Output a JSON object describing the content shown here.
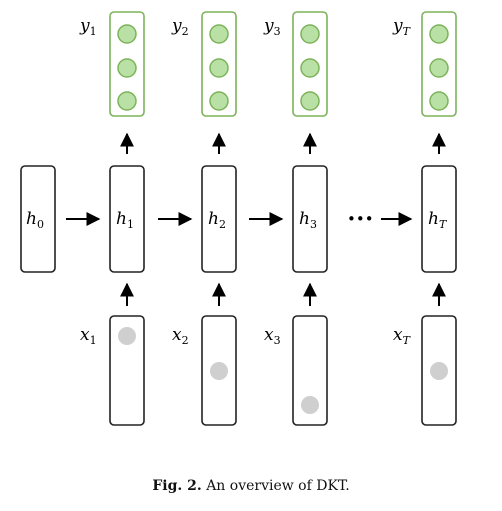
{
  "diagram": {
    "h_labels": [
      {
        "base": "h",
        "sub": "0"
      },
      {
        "base": "h",
        "sub": "1"
      },
      {
        "base": "h",
        "sub": "2"
      },
      {
        "base": "h",
        "sub": "3"
      },
      {
        "base": "h",
        "sub": "T"
      }
    ],
    "x_labels": [
      {
        "base": "x",
        "sub": "1"
      },
      {
        "base": "x",
        "sub": "2"
      },
      {
        "base": "x",
        "sub": "3"
      },
      {
        "base": "x",
        "sub": "T"
      }
    ],
    "y_labels": [
      {
        "base": "y",
        "sub": "1"
      },
      {
        "base": "y",
        "sub": "2"
      },
      {
        "base": "y",
        "sub": "3"
      },
      {
        "base": "y",
        "sub": "T"
      }
    ],
    "ellipsis": "•••"
  },
  "colors": {
    "output_stroke": "#7db35a",
    "output_fill": "#b9e0a5",
    "input_dot": "#cfcfcf",
    "box_stroke": "#222222"
  },
  "caption": {
    "label": "Fig. 2.",
    "text": "An overview of DKT."
  }
}
